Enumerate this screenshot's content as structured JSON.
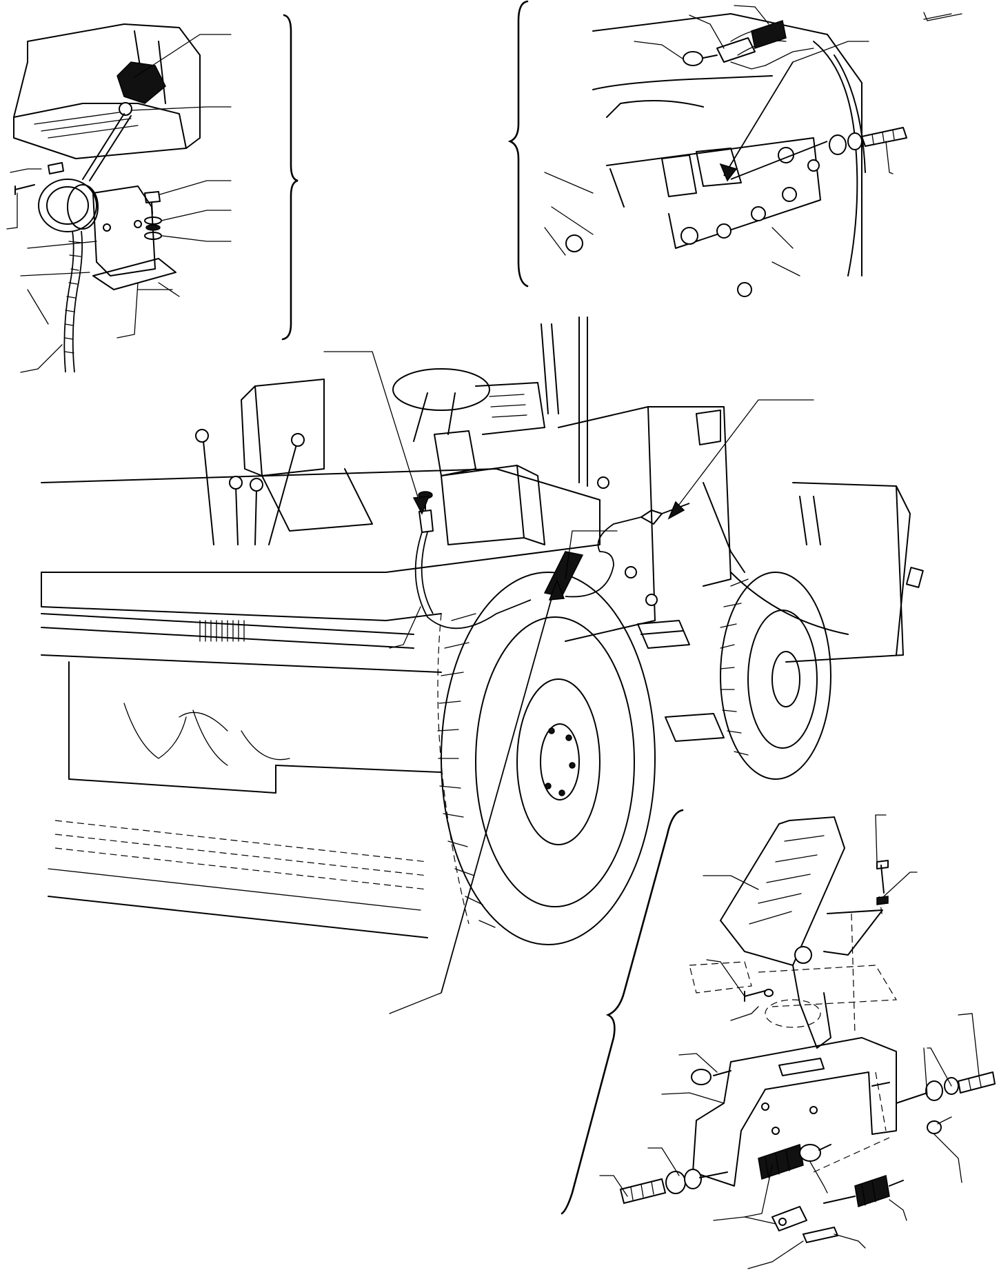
{
  "figure": {
    "kind": "exploded-parts-diagram",
    "subject": "throttle-control-linkage",
    "views": [
      "hand-throttle-detail",
      "engine-linkage-detail",
      "machine-overview",
      "foot-pedal-detail"
    ],
    "callout_labels_printed": false
  }
}
